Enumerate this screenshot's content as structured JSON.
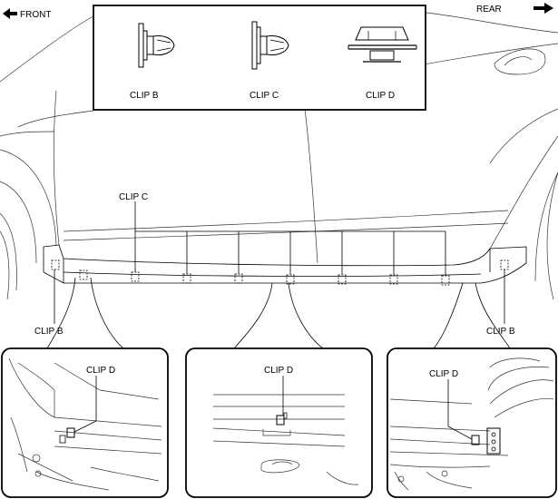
{
  "direction": {
    "front": "FRONT",
    "rear": "REAR"
  },
  "legend": {
    "clip_b": "CLIP B",
    "clip_c": "CLIP C",
    "clip_d": "CLIP D"
  },
  "callouts": {
    "main_clip_c": "CLIP C",
    "left_clip_b": "CLIP B",
    "right_clip_b": "CLIP B"
  },
  "details": {
    "left": "CLIP D",
    "center": "CLIP D",
    "right": "CLIP D"
  }
}
